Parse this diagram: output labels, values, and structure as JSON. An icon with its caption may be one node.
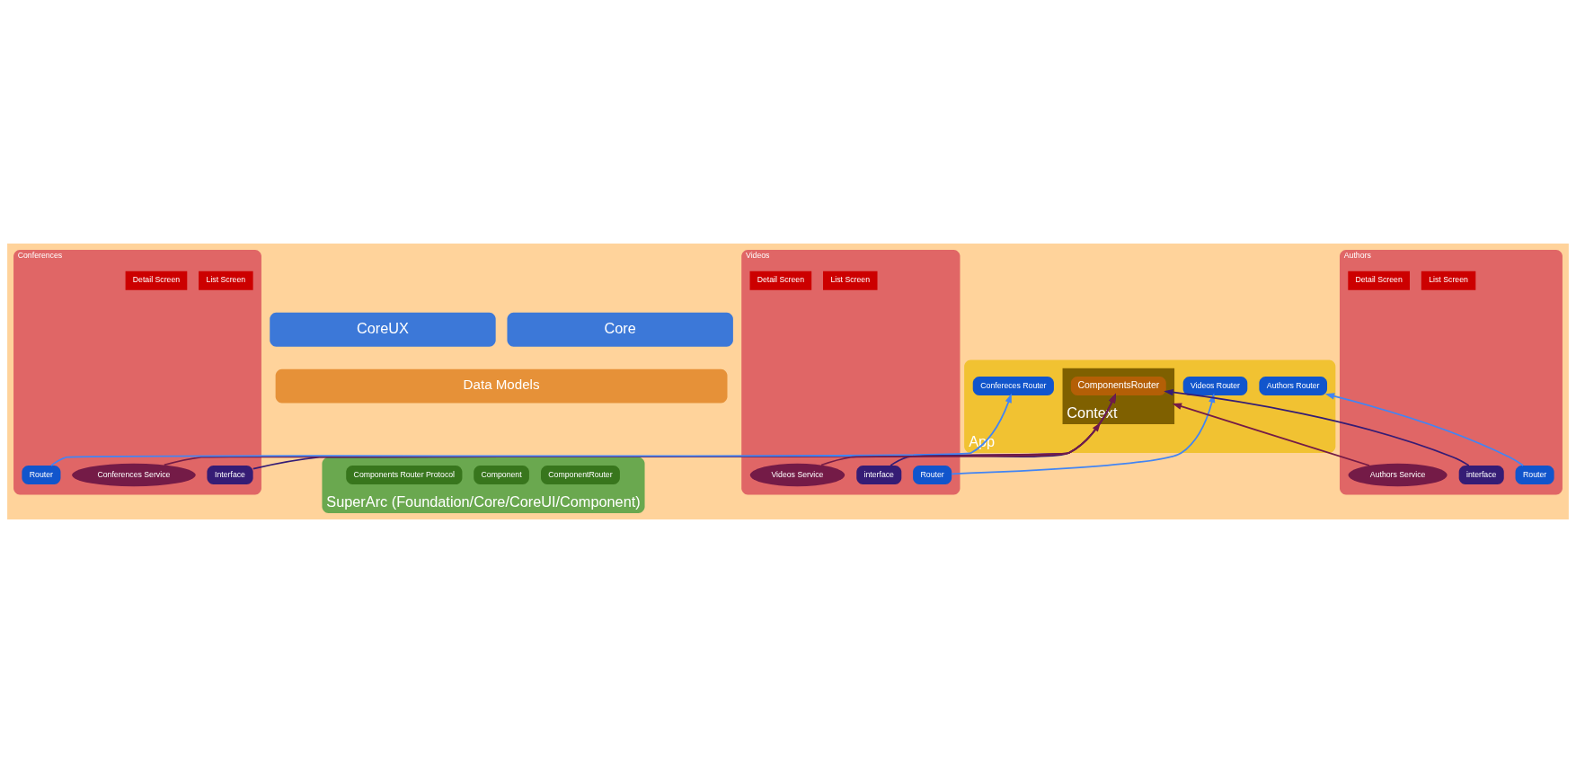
{
  "diagram": {
    "nodes": [
      {
        "text": [
          "App"
        ]
      },
      {
        "text": [
          "Context"
        ],
        "in": 0
      },
      {
        "text": [
          "ComponentsRouter"
        ],
        "in": 1
      },
      {
        "text": [
          "Confereces Router"
        ],
        "in": 0
      },
      {
        "text": [
          "Videos Router"
        ],
        "in": 0
      },
      {
        "text": [
          "Authors Router"
        ],
        "in": 0
      },
      {
        "text": [
          "Conferences"
        ]
      },
      {
        "text": [
          "List Screen"
        ],
        "in": 6
      },
      {
        "text": [
          "Detail Screen"
        ],
        "in": 6
      },
      {
        "text": [
          "Interface"
        ],
        "in": 6
      },
      {
        "text": [
          "Conferences Service"
        ],
        "in": 6
      },
      {
        "text": [
          "Router"
        ],
        "in": 6
      },
      {
        "text": [
          "Videos"
        ]
      },
      {
        "text": [
          "List Screen"
        ],
        "in": 12
      },
      {
        "text": [
          "Detail Screen"
        ],
        "in": 12
      },
      {
        "text": [
          "interface"
        ],
        "in": 12
      },
      {
        "text": [
          "Videos Service"
        ],
        "in": 12
      },
      {
        "text": [
          "Router"
        ],
        "in": 12
      },
      {
        "text": [
          "Authors"
        ]
      },
      {
        "text": [
          "List Screen"
        ],
        "in": 18
      },
      {
        "text": [
          "Detail Screen"
        ],
        "in": 18
      },
      {
        "text": [
          "interface"
        ],
        "in": 18
      },
      {
        "text": [
          "Authors Service"
        ],
        "in": 18
      },
      {
        "text": [
          "Router"
        ],
        "in": 18
      },
      {
        "text": [
          "Core"
        ]
      },
      {
        "text": [
          "CoreUX"
        ]
      },
      {
        "text": [
          "Data Models"
        ]
      },
      {
        "text": [
          "SuperArc (Foundation/Core/CoreUI/Component)"
        ]
      },
      {
        "text": [
          "ComponentRouter"
        ],
        "in": 27
      },
      {
        "text": [
          "Component"
        ],
        "in": 27
      },
      {
        "text": [
          "Components Router Protocol"
        ],
        "in": 27
      }
    ],
    "edges": [
      {
        "from": 10,
        "to": 1,
        "arrow": "to",
        "color": "#741b47"
      },
      {
        "from": 11,
        "to": 3,
        "arrow": "to",
        "color": "#4285f4"
      },
      {
        "from": 9,
        "to": 2,
        "arrow": "to",
        "color": "#351c75"
      },
      {
        "from": 16,
        "to": 2,
        "arrow": "to",
        "color": "#741b47"
      },
      {
        "from": 15,
        "to": 2,
        "arrow": "to",
        "color": "#351c75"
      },
      {
        "from": 17,
        "to": 4,
        "arrow": "to",
        "color": "#4285f4"
      },
      {
        "from": 22,
        "to": 1,
        "arrow": "to",
        "color": "#741b47"
      },
      {
        "from": 21,
        "to": 2,
        "arrow": "to",
        "color": "#351c75"
      },
      {
        "from": 23,
        "to": 5,
        "arrow": "to",
        "color": "#4285f4"
      }
    ]
  }
}
